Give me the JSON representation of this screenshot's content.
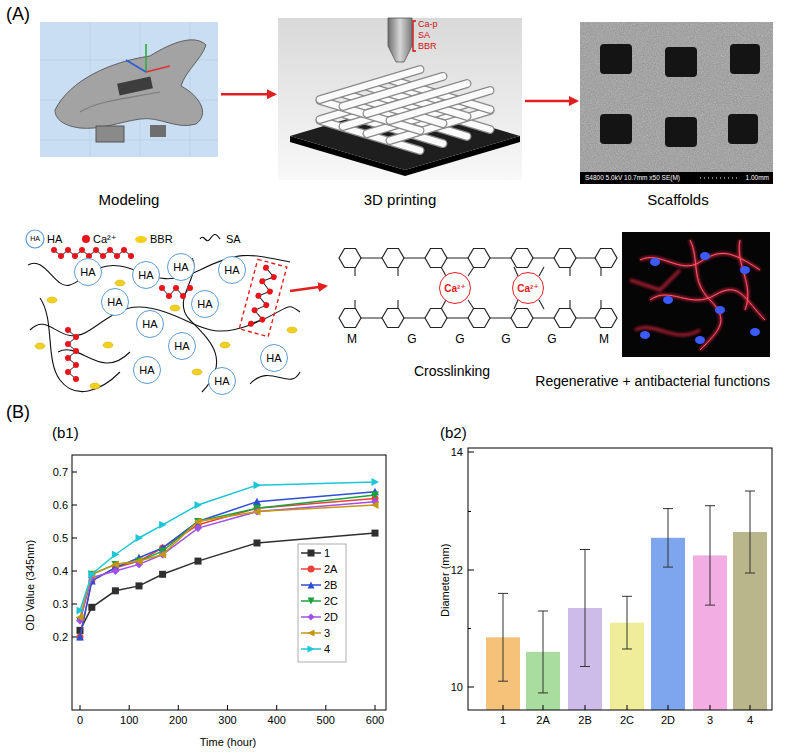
{
  "diagram": {
    "nodes": [
      {
        "text": [
          "Modeling"
        ]
      },
      {
        "text": [
          "3D printing"
        ]
      },
      {
        "text": [
          "Scaffolds"
        ]
      },
      {
        "text": [
          "HA"
        ]
      },
      {
        "text": [
          "HA"
        ]
      },
      {
        "text": [
          "HA"
        ]
      },
      {
        "text": [
          "HA"
        ]
      },
      {
        "text": [
          "HA"
        ]
      },
      {
        "text": [
          "HA"
        ]
      },
      {
        "text": [
          "HA"
        ]
      },
      {
        "text": [
          "HA"
        ]
      },
      {
        "text": [
          "HA"
        ]
      },
      {
        "text": [
          "HA"
        ]
      },
      {
        "text": [
          "HA"
        ]
      },
      {
        "text": [
          "Crosslinking"
        ]
      },
      {
        "text": [
          "Ca²⁺"
        ],
        "in": 14
      },
      {
        "text": [
          "Ca²⁺"
        ],
        "in": 14
      },
      {
        "text": [
          "Regenerative + antibacterial functions"
        ]
      }
    ],
    "edges": [
      {
        "from": 0,
        "to": 1,
        "arrow": "to"
      },
      {
        "from": 1,
        "to": 2,
        "arrow": "to"
      }
    ],
    "labels": [
      "(A)",
      "Ca-p",
      "SA",
      "BBR",
      "S4800 5.0kV 10.7mm x50 SE(M)",
      "1.00mm",
      "HA",
      "M",
      "G",
      "G",
      "G",
      "G",
      "M",
      "(B)",
      "(b1)",
      "0.7",
      "0.6",
      "0.5",
      "0.4",
      "0.3",
      "0.2",
      "0",
      "100",
      "200",
      "300",
      "400",
      "500",
      "600",
      "OD Value (345nm)",
      "Time (hour)",
      "(b2)",
      "14",
      "12",
      "10",
      "Diameter (mm)",
      "1",
      "2A",
      "2B",
      "2C",
      "2D",
      "3",
      "4"
    ],
    "legend": [
      {
        "text": "HA"
      },
      {
        "text": "Ca²⁺",
        "color": "#e8141b"
      },
      {
        "text": "BBR",
        "color": "#f2d01e"
      },
      {
        "text": "SA"
      },
      {
        "text": "1"
      },
      {
        "text": "2A"
      },
      {
        "text": "2B"
      },
      {
        "text": "2C"
      },
      {
        "text": "2D"
      },
      {
        "text": "3"
      },
      {
        "text": "4"
      }
    ]
  }
}
